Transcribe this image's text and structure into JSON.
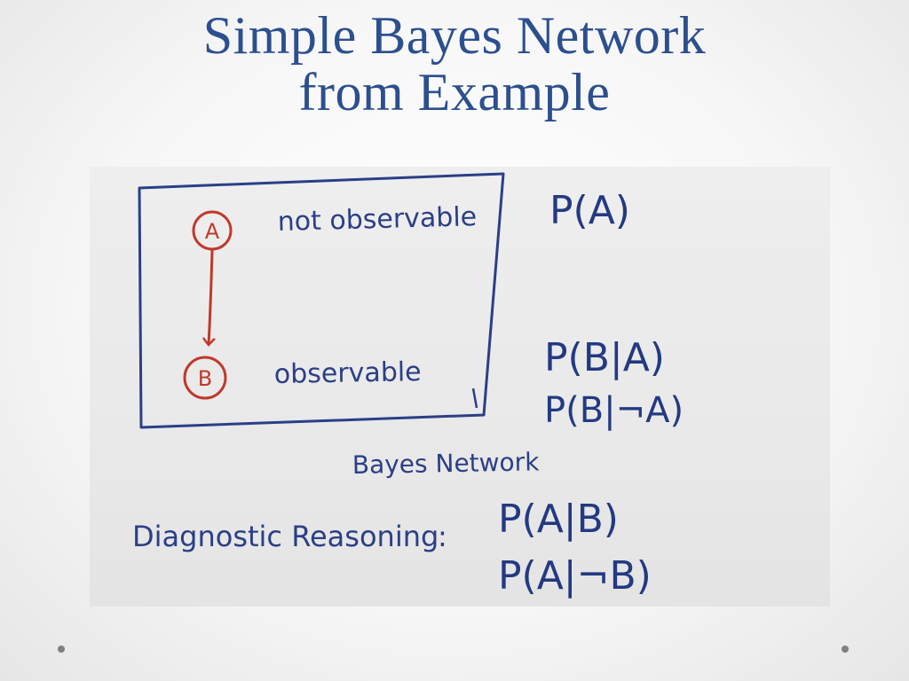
{
  "slide": {
    "title_line1": "Simple Bayes Network",
    "title_line2": "from Example"
  },
  "diagram": {
    "nodes": [
      {
        "id": "A",
        "label": "A",
        "note": "not observable"
      },
      {
        "id": "B",
        "label": "B",
        "note": "observable"
      }
    ],
    "edges": [
      {
        "from": "A",
        "to": "B"
      }
    ],
    "caption": "Bayes Network",
    "formulas": {
      "prior": "P(A)",
      "cond1": "P(B|A)",
      "cond2": "P(B|¬A)",
      "diag1": "P(A|B)",
      "diag2": "P(A|¬B)"
    },
    "reasoning_label": "Diagnostic Reasoning",
    "reasoning_colon": ":"
  },
  "colors": {
    "title": "#2c4f8e",
    "ink_blue": "#2b3f86",
    "ink_red": "#c0392b"
  }
}
